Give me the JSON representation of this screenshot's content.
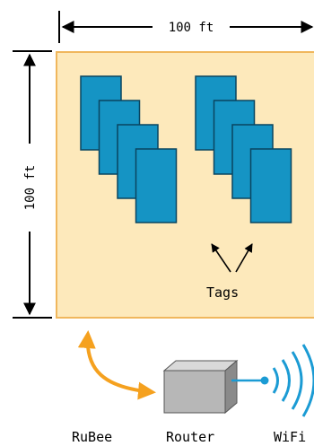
{
  "dimensions": {
    "width_label": "100 ft",
    "height_label": "100 ft"
  },
  "tags_label": "Tags",
  "devices": {
    "rubee_label": "RuBee",
    "router_label": "Router",
    "wifi_label": "WiFi"
  },
  "colors": {
    "area_fill": "#fde9bb",
    "area_border": "#f0b75d",
    "tag_fill": "#1594c4",
    "tag_stroke": "#0a4560",
    "rubee_arrow": "#f5a11f",
    "wifi_signal": "#1b9bd4",
    "router_fill": "#b7b7b7"
  },
  "tag_groups": [
    {
      "name": "left-group",
      "count": 4
    },
    {
      "name": "right-group",
      "count": 4
    }
  ]
}
